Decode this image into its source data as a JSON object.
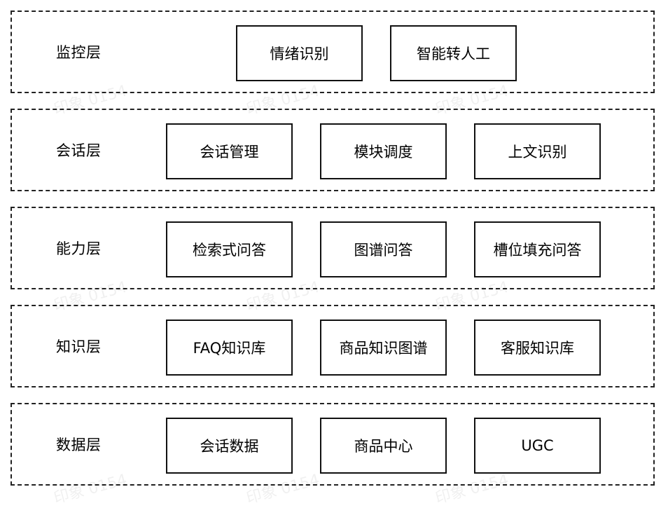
{
  "layers": [
    {
      "label": "监控层",
      "items": [
        "情绪识别",
        "智能转人工"
      ]
    },
    {
      "label": "会话层",
      "items": [
        "会话管理",
        "模块调度",
        "上文识别"
      ]
    },
    {
      "label": "能力层",
      "items": [
        "检索式问答",
        "图谱问答",
        "槽位填充问答"
      ]
    },
    {
      "label": "知识层",
      "items": [
        "FAQ知识库",
        "商品知识图谱",
        "客服知识库"
      ]
    },
    {
      "label": "数据层",
      "items": [
        "会话数据",
        "商品中心",
        "UGC"
      ]
    }
  ],
  "watermark": "印象 0154"
}
